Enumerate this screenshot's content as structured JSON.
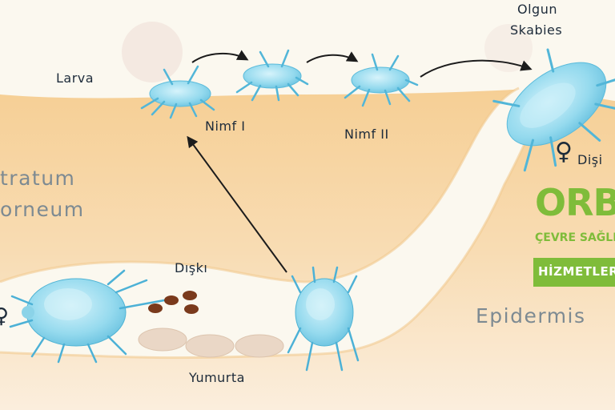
{
  "labels": {
    "larva": "Larva",
    "nymph1": "Nimf I",
    "nymph2": "Nimf II",
    "adult_line1": "Olgun",
    "adult_line2": "Skabies",
    "female_symbol": "♀",
    "female": "Dişi",
    "stratum_line1": "tratum",
    "stratum_line2": "orneum",
    "feces": "Dışkı",
    "eggs": "Yumurta",
    "epidermis": "Epidermis",
    "left_edge_symbol": "♀"
  },
  "logo": {
    "name": "ORBİS",
    "subtitle": "ÇEVRE SAĞLI",
    "badge": "HİZMETLER",
    "color": "#7fbc3a"
  },
  "colors": {
    "skin": "#f7d5a3",
    "tunnel": "#fbf8ef",
    "mite": "#8fd7ea",
    "mite_outline": "#4fb3d4",
    "feces": "#7a3a1c",
    "egg": "#ecdccd"
  }
}
